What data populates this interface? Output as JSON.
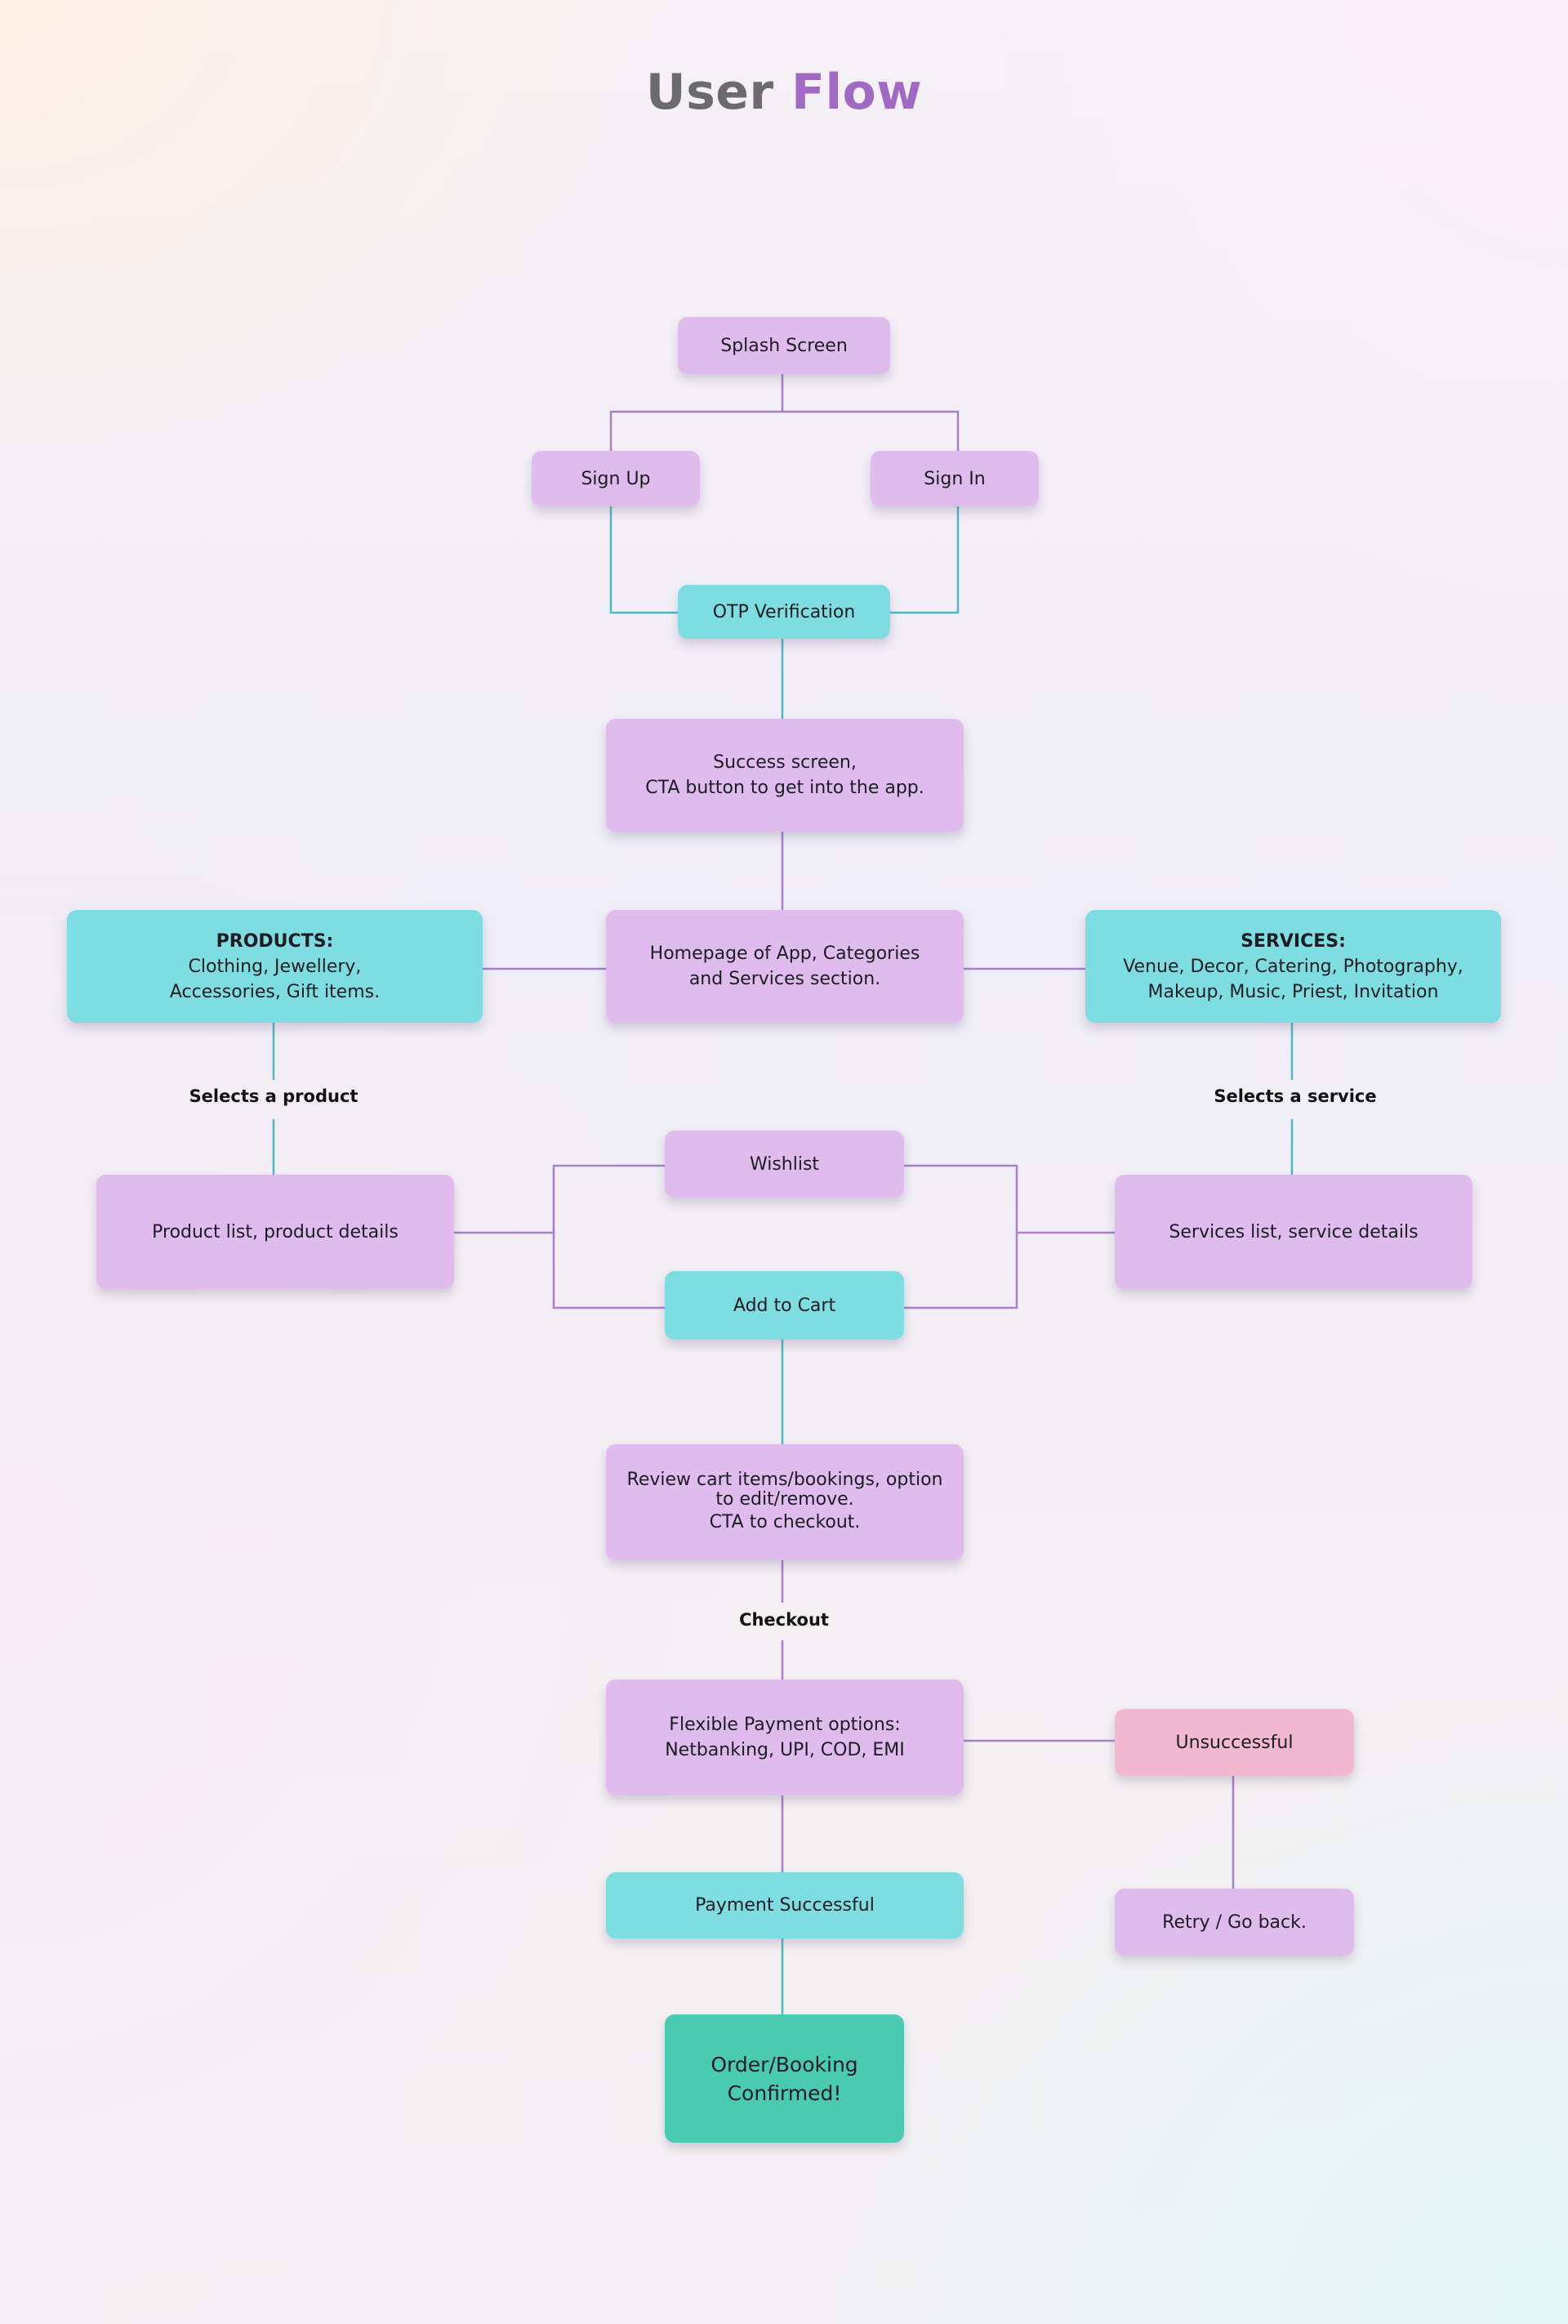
{
  "header": {
    "title_part1": "User",
    "title_part2": "Flow"
  },
  "colors": {
    "purple_node": "#dfbbee",
    "teal_node": "#7ddde0",
    "pink_node": "#f1b8d0",
    "green_node": "#4acbb1",
    "purple_line": "#a77fcb",
    "teal_line": "#4fb8c2",
    "title_accent": "#a06ac4",
    "title_gray": "#6b6b6e"
  },
  "nodes": {
    "splash": "Splash Screen",
    "signup": "Sign Up",
    "signin": "Sign In",
    "otp": "OTP Verification",
    "success_line1": "Success screen,",
    "success_line2": "CTA button to get into the app.",
    "products_heading": "PRODUCTS:",
    "products_line1": "Clothing, Jewellery,",
    "products_line2": "Accessories, Gift items.",
    "homepage_line1": "Homepage of App, Categories",
    "homepage_line2": "and Services section.",
    "services_heading": "SERVICES:",
    "services_line1": "Venue, Decor, Catering, Photography,",
    "services_line2": "Makeup, Music, Priest, Invitation",
    "product_list": "Product list, product details",
    "wishlist": "Wishlist",
    "add_to_cart": "Add to Cart",
    "services_list": "Services list, service details",
    "review_line1": "Review cart items/bookings, option",
    "review_line2": "to edit/remove.",
    "review_line3": "CTA to checkout.",
    "payment_options_line1": "Flexible Payment options:",
    "payment_options_line2": "Netbanking, UPI, COD, EMI",
    "unsuccessful": "Unsuccessful",
    "payment_successful": "Payment Successful",
    "retry": "Retry / Go back.",
    "confirmed_line1": "Order/Booking",
    "confirmed_line2": "Confirmed!"
  },
  "edge_labels": {
    "selects_product": "Selects a product",
    "selects_service": "Selects a service",
    "checkout": "Checkout"
  }
}
